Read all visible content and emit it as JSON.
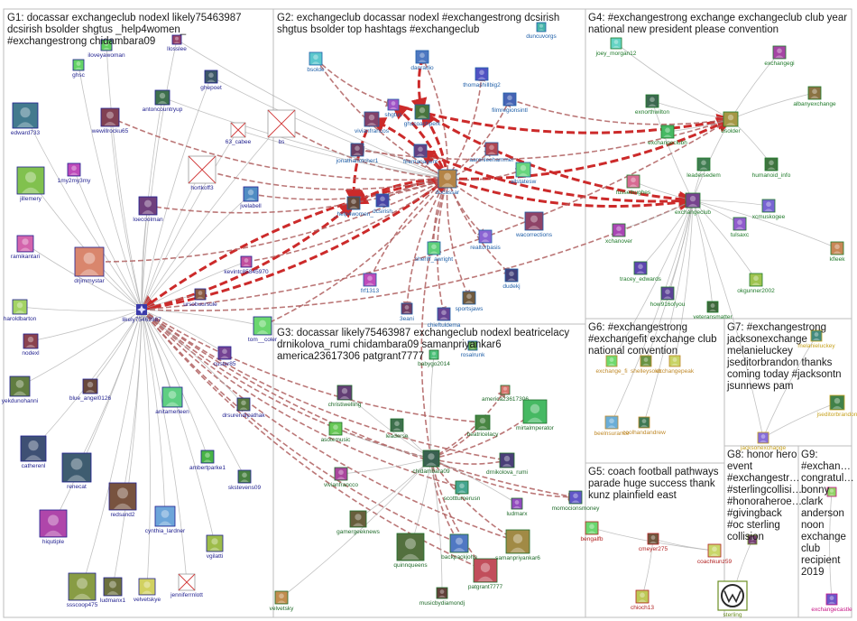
{
  "palette": {
    "g1_label": "#1f1f8f",
    "g2_label": "#1f5fa8",
    "g3_label": "#1f6b2a",
    "g4_label": "#1f7a2a",
    "g6_label": "#c08a2a",
    "g7_label": "#c7a21f",
    "g5_label": "#b22222",
    "g8_label": "#6b8e23",
    "g9_label": "#c71585",
    "edge_gray": "#a8a8a8",
    "edge_red": "#cc2a2a",
    "edge_brown": "#b06060",
    "hub": "#3a3aaa"
  },
  "groups": [
    {
      "id": "G1",
      "lines": [
        "G1: docassar exchangeclub nodexl likely75463987",
        "dcsirish bsolder shgtus _help4women_",
        "#exchangestrong chidambara09"
      ]
    },
    {
      "id": "G2",
      "lines": [
        "G2: exchangeclub docassar nodexl #exchangestrong dcsirish",
        "shgtus bsolder top hashtags #exchangeclub"
      ]
    },
    {
      "id": "G3",
      "lines": [
        "G3: docassar likely75463987 exchangeclub nodexl beatricelacy",
        "drnikolova_rumi chidambara09 samanpriyankar6",
        "america23617306 patgrant7777"
      ]
    },
    {
      "id": "G4",
      "lines": [
        "G4: #exchangestrong exchange exchangeclub club year",
        "national new president please convention"
      ]
    },
    {
      "id": "G5",
      "lines": [
        "G5: coach football pathways",
        "parade huge success thank",
        "kunz plainfield east"
      ]
    },
    {
      "id": "G6",
      "lines": [
        "G6: #exchangestrong",
        "#exchangefit exchange club",
        "national convention"
      ]
    },
    {
      "id": "G7",
      "lines": [
        "G7: #exchangestrong",
        "jacksonexchange",
        "melanieluckey",
        "jseditorbrandon thanks",
        "coming today #jacksontn",
        "jsunnews pam"
      ]
    },
    {
      "id": "G8",
      "lines": [
        "G8: honor hero",
        "event",
        "#exchangestr…",
        "#sterlingcollisi…",
        "#honoraheroe…",
        "#givingback",
        "#oc sterling",
        "collision"
      ]
    },
    {
      "id": "G9",
      "lines": [
        "G9:",
        "#exchan…",
        "congratul…",
        "bonny",
        "clark",
        "anderson",
        "noon",
        "exchange",
        "club",
        "recipient",
        "2019"
      ]
    }
  ],
  "nodes": [
    {
      "id": "likely75463987",
      "label": "likely75463987",
      "group": "G1",
      "icon": "hub-star-icon"
    },
    {
      "id": "ghsc",
      "label": "ghsc",
      "group": "G1",
      "icon": "avatar-icon"
    },
    {
      "id": "iloveyawoman",
      "label": "iloveyawoman",
      "group": "G1",
      "icon": "avatar-icon"
    },
    {
      "id": "llosslee",
      "label": "llosslee",
      "group": "G1",
      "icon": "avatar-icon"
    },
    {
      "id": "edward733",
      "label": "edward733",
      "group": "G1",
      "icon": "avatar-icon"
    },
    {
      "id": "wewillrocku65",
      "label": "wewillrocku65",
      "group": "G1",
      "icon": "avatar-icon"
    },
    {
      "id": "antoncountryup",
      "label": "antoncountryup",
      "group": "G1",
      "icon": "avatar-icon"
    },
    {
      "id": "ghepoet",
      "label": "ghepoet",
      "group": "G1",
      "icon": "avatar-icon"
    },
    {
      "id": "63_cabee",
      "label": "63_cabee",
      "group": "G1",
      "icon": "missing-image-icon"
    },
    {
      "id": "hortkoff3",
      "label": "hortkoff3",
      "group": "G1",
      "icon": "missing-image-icon"
    },
    {
      "id": "bs",
      "label": "bs",
      "group": "G1",
      "icon": "missing-image-icon"
    },
    {
      "id": "jillemery",
      "label": "jillemery",
      "group": "G1",
      "icon": "avatar-icon"
    },
    {
      "id": "1my2my3my",
      "label": "1my2my3my",
      "group": "G1",
      "icon": "avatar-icon"
    },
    {
      "id": "loecoolman",
      "label": "loecoolman",
      "group": "G1",
      "icon": "avatar-icon"
    },
    {
      "id": "jvelabell",
      "label": "jvelabell",
      "group": "G1",
      "icon": "avatar-icon"
    },
    {
      "id": "ramikantari",
      "label": "ramikantari",
      "group": "G1",
      "icon": "avatar-icon"
    },
    {
      "id": "drjimmystar",
      "label": "drjimmystar",
      "group": "G1",
      "icon": "avatar-icon"
    },
    {
      "id": "ursobuursule",
      "label": "ursobuursule",
      "group": "G1",
      "icon": "avatar-icon"
    },
    {
      "id": "kevintc85845970",
      "label": "kevintc85845970",
      "group": "G1",
      "icon": "avatar-icon"
    },
    {
      "id": "haroldbarton",
      "label": "haroldbarton",
      "group": "G1",
      "icon": "avatar-icon"
    },
    {
      "id": "nodexl",
      "label": "nodexl",
      "group": "G1",
      "icon": "avatar-icon"
    },
    {
      "id": "tom__coler",
      "label": "tom__coler",
      "group": "G1",
      "icon": "avatar-icon"
    },
    {
      "id": "custer85",
      "label": "custer85",
      "group": "G1",
      "icon": "avatar-icon"
    },
    {
      "id": "yekdunohanni",
      "label": "yekdunohanni",
      "group": "G1",
      "icon": "avatar-icon"
    },
    {
      "id": "blue_angel0126",
      "label": "blue_angel0126",
      "group": "G1",
      "icon": "avatar-icon"
    },
    {
      "id": "anitamerleen",
      "label": "anitamerleen",
      "group": "G1",
      "icon": "avatar-icon"
    },
    {
      "id": "drsurendrpathak",
      "label": "drsurendrpathak",
      "group": "G1",
      "icon": "avatar-icon"
    },
    {
      "id": "catherenl",
      "label": "catherenl",
      "group": "G1",
      "icon": "avatar-icon"
    },
    {
      "id": "renecat",
      "label": "renecat",
      "group": "G1",
      "icon": "avatar-icon"
    },
    {
      "id": "ambertparke1",
      "label": "ambertparke1",
      "group": "G1",
      "icon": "avatar-icon"
    },
    {
      "id": "skstevens09",
      "label": "skstevens09",
      "group": "G1",
      "icon": "avatar-icon"
    },
    {
      "id": "redsand2",
      "label": "redsand2",
      "group": "G1",
      "icon": "avatar-icon"
    },
    {
      "id": "cynthia_lardner",
      "label": "cynthia_lardner",
      "group": "G1",
      "icon": "avatar-icon"
    },
    {
      "id": "hiqutiple",
      "label": "hiqutiple",
      "group": "G1",
      "icon": "avatar-icon"
    },
    {
      "id": "vgilatti",
      "label": "vgilatti",
      "group": "G1",
      "icon": "avatar-icon"
    },
    {
      "id": "ssscoop475",
      "label": "ssscoop475",
      "group": "G1",
      "icon": "avatar-icon"
    },
    {
      "id": "ludmanx1",
      "label": "ludmanx1",
      "group": "G1",
      "icon": "avatar-icon"
    },
    {
      "id": "velvetskye",
      "label": "velvetskye",
      "group": "G1",
      "icon": "avatar-icon"
    },
    {
      "id": "jenniferrnlott",
      "label": "jenniferrnlott",
      "group": "G1",
      "icon": "missing-image-icon"
    },
    {
      "id": "docassar",
      "label": "docassar",
      "group": "G2",
      "icon": "avatar-icon"
    },
    {
      "id": "bsolde",
      "label": "bsolde",
      "group": "G2",
      "icon": "avatar-icon"
    },
    {
      "id": "danradio",
      "label": "danradio",
      "group": "G2",
      "icon": "avatar-icon"
    },
    {
      "id": "thomashillbig2",
      "label": "thomashillbig2",
      "group": "G2",
      "icon": "avatar-icon"
    },
    {
      "id": "duncuvorgs",
      "label": "duncuvorgs",
      "group": "G2",
      "icon": "avatar-icon"
    },
    {
      "id": "shgtus",
      "label": "shgtus",
      "group": "G2",
      "icon": "avatar-icon"
    },
    {
      "id": "ghscoachperk",
      "label": "ghscoachperk",
      "group": "G2",
      "icon": "avatar-icon"
    },
    {
      "id": "filmregionsintl",
      "label": "filmregionsintl",
      "group": "G2",
      "icon": "avatar-icon"
    },
    {
      "id": "vivianfrancos",
      "label": "vivianfrancos",
      "group": "G2",
      "icon": "avatar-icon"
    },
    {
      "id": "jonathanotcher1",
      "label": "jonathanotcher1",
      "group": "G2",
      "icon": "avatar-icon"
    },
    {
      "id": "firemanagent",
      "label": "firemanagent",
      "group": "G2",
      "icon": "avatar-icon"
    },
    {
      "id": "aaronleehammer",
      "label": "aaronleehammer",
      "group": "G2",
      "icon": "avatar-icon"
    },
    {
      "id": "allstatesw",
      "label": "allstatesw",
      "group": "G2",
      "icon": "avatar-icon"
    },
    {
      "id": "_help4women_",
      "label": "_help4women_",
      "group": "G2",
      "icon": "avatar-icon"
    },
    {
      "id": "dcsirish",
      "label": "dcsirish",
      "group": "G2",
      "icon": "avatar-icon"
    },
    {
      "id": "wacorrections",
      "label": "wacorrections",
      "group": "G2",
      "icon": "avatar-icon"
    },
    {
      "id": "realtorbasis",
      "label": "realtorbasis",
      "group": "G2",
      "icon": "avatar-icon"
    },
    {
      "id": "sheriff_awright",
      "label": "sheriff_awright",
      "group": "G2",
      "icon": "avatar-icon"
    },
    {
      "id": "frf1313",
      "label": "frf1313",
      "group": "G2",
      "icon": "avatar-icon"
    },
    {
      "id": "3eani",
      "label": "3eani",
      "group": "G2",
      "icon": "avatar-icon"
    },
    {
      "id": "sportsjaws",
      "label": "sportsjaws",
      "group": "G2",
      "icon": "avatar-icon"
    },
    {
      "id": "dudekj",
      "label": "dudekj",
      "group": "G2",
      "icon": "avatar-icon"
    },
    {
      "id": "chieftuldema",
      "label": "chieftuldema",
      "group": "G2",
      "icon": "avatar-icon"
    },
    {
      "id": "rosalrunk",
      "label": "rosalrunk",
      "group": "G2",
      "icon": "avatar-icon"
    },
    {
      "id": "chidambara09",
      "label": "chidambara09",
      "group": "G3",
      "icon": "avatar-icon"
    },
    {
      "id": "babygo2014",
      "label": "babygo2014",
      "group": "G3",
      "icon": "avatar-icon"
    },
    {
      "id": "christiwelling",
      "label": "christiwelling",
      "group": "G3",
      "icon": "avatar-icon"
    },
    {
      "id": "america23617306",
      "label": "america23617306",
      "group": "G3",
      "icon": "avatar-icon"
    },
    {
      "id": "asotemusic",
      "label": "asotemusic",
      "group": "G3",
      "icon": "avatar-icon"
    },
    {
      "id": "leaderse",
      "label": "leaderse",
      "group": "G3",
      "icon": "avatar-icon"
    },
    {
      "id": "beatricelacy",
      "label": "beatricelacy",
      "group": "G3",
      "icon": "avatar-icon"
    },
    {
      "id": "mirtalmperator",
      "label": "mirtalmperator",
      "group": "G3",
      "icon": "avatar-icon"
    },
    {
      "id": "vivianfrancco",
      "label": "vivianfrancco",
      "group": "G3",
      "icon": "avatar-icon"
    },
    {
      "id": "drnikolova_rumi",
      "label": "drnikolova_rumi",
      "group": "G3",
      "icon": "avatar-icon"
    },
    {
      "id": "scotttumerusn",
      "label": "scotttumerusn",
      "group": "G3",
      "icon": "avatar-icon"
    },
    {
      "id": "ludmarx",
      "label": "ludmarx",
      "group": "G3",
      "icon": "avatar-icon"
    },
    {
      "id": "momocionsmoney",
      "label": "momocionsmoney",
      "group": "G3",
      "icon": "avatar-icon"
    },
    {
      "id": "gamergeeknews",
      "label": "gamergeeknews",
      "group": "G3",
      "icon": "avatar-icon"
    },
    {
      "id": "quinnqueens",
      "label": "quinnqueens",
      "group": "G3",
      "icon": "avatar-icon"
    },
    {
      "id": "backpackjohn",
      "label": "backpackjohn",
      "group": "G3",
      "icon": "avatar-icon"
    },
    {
      "id": "samanpriyankar6",
      "label": "samanpriyankar6",
      "group": "G3",
      "icon": "avatar-icon"
    },
    {
      "id": "patgrant7777",
      "label": "patgrant7777",
      "group": "G3",
      "icon": "avatar-icon"
    },
    {
      "id": "musicbydiamondj",
      "label": "musicbydiamondj",
      "group": "G3",
      "icon": "avatar-icon"
    },
    {
      "id": "velvetsky",
      "label": "velvetsky",
      "group": "G3",
      "icon": "avatar-icon"
    },
    {
      "id": "joey_morgan12",
      "label": "joey_morgan12",
      "group": "G4",
      "icon": "avatar-icon"
    },
    {
      "id": "exchangegi",
      "label": "exchangegi",
      "group": "G4",
      "icon": "avatar-icon"
    },
    {
      "id": "albanyexchange",
      "label": "albanyexchange",
      "group": "G4",
      "icon": "avatar-icon"
    },
    {
      "id": "exnorthwilton",
      "label": "exnorthwilton",
      "group": "G4",
      "icon": "avatar-icon"
    },
    {
      "id": "bsolder",
      "label": "bsolder",
      "group": "G4",
      "icon": "avatar-icon"
    },
    {
      "id": "exchangeclubh",
      "label": "exchangeclubh",
      "group": "G4",
      "icon": "avatar-icon"
    },
    {
      "id": "leadersedem",
      "label": "leadersedem",
      "group": "G4",
      "icon": "avatar-icon"
    },
    {
      "id": "humanoid_info",
      "label": "humanoid_info",
      "group": "G4",
      "icon": "avatar-icon"
    },
    {
      "id": "fusselhughes",
      "label": "fusselhughes",
      "group": "G4",
      "icon": "avatar-icon"
    },
    {
      "id": "exchangeclub",
      "label": "exchangeclub",
      "group": "G4",
      "icon": "avatar-icon"
    },
    {
      "id": "xcmuskogee",
      "label": "xcmuskogee",
      "group": "G4",
      "icon": "avatar-icon"
    },
    {
      "id": "xchanover",
      "label": "xchanover",
      "group": "G4",
      "icon": "avatar-icon"
    },
    {
      "id": "tulsaxc",
      "label": "tulsaxc",
      "group": "G4",
      "icon": "avatar-icon"
    },
    {
      "id": "kfleek",
      "label": "kfleek",
      "group": "G4",
      "icon": "avatar-icon"
    },
    {
      "id": "tracey_edwards",
      "label": "tracey_edwards",
      "group": "G4",
      "icon": "avatar-icon"
    },
    {
      "id": "okgunner2002",
      "label": "okgunner2002",
      "group": "G4",
      "icon": "avatar-icon"
    },
    {
      "id": "how916ofyou",
      "label": "how916ofyou",
      "group": "G4",
      "icon": "avatar-icon"
    },
    {
      "id": "veteransmatter",
      "label": "veteransmatter",
      "group": "G4",
      "icon": "avatar-icon"
    },
    {
      "id": "exchange_fi",
      "label": "exchange_fi",
      "group": "G6",
      "icon": "avatar-icon"
    },
    {
      "id": "shelleysoldt",
      "label": "shelleysoldt",
      "group": "G6",
      "icon": "avatar-icon"
    },
    {
      "id": "exchangepeak",
      "label": "exchangepeak",
      "group": "G6",
      "icon": "avatar-icon"
    },
    {
      "id": "beelnsurance",
      "label": "beelnsurance",
      "group": "G6",
      "icon": "avatar-icon"
    },
    {
      "id": "coolhandandrew",
      "label": "coolhandandrew",
      "group": "G6",
      "icon": "avatar-icon"
    },
    {
      "id": "melanieluckey",
      "label": "melanieluckey",
      "group": "G7",
      "icon": "avatar-icon"
    },
    {
      "id": "jseditorbrandon",
      "label": "jseditorbrandon",
      "group": "G7",
      "icon": "avatar-icon"
    },
    {
      "id": "jacksonexchange",
      "label": "jacksonexchange",
      "group": "G7",
      "icon": "avatar-icon"
    },
    {
      "id": "bengalfb",
      "label": "bengalfb",
      "group": "G5",
      "icon": "avatar-icon"
    },
    {
      "id": "cmeyer275",
      "label": "cmeyer275",
      "group": "G5",
      "icon": "avatar-icon"
    },
    {
      "id": "coachkunz59",
      "label": "coachkunz59",
      "group": "G5",
      "icon": "avatar-icon"
    },
    {
      "id": "chioch13",
      "label": "chioch13",
      "group": "G5",
      "icon": "avatar-icon"
    },
    {
      "id": "sterling_vw",
      "label": "sterling",
      "group": "G8",
      "icon": "vw-logo-icon"
    },
    {
      "id": "g8_user",
      "label": "",
      "group": "G8",
      "icon": "avatar-icon"
    },
    {
      "id": "exchangecastle",
      "label": "exchangecastle",
      "group": "G9",
      "icon": "avatar-icon"
    },
    {
      "id": "g9_user",
      "label": "",
      "group": "G9",
      "icon": "avatar-icon"
    }
  ]
}
